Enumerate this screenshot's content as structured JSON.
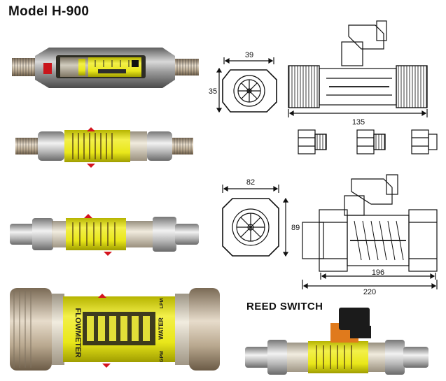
{
  "title": "Model H-900",
  "reed_switch_label": "REED SWITCH",
  "dimensions": {
    "small_width": "39",
    "small_height": "35",
    "small_length": "135",
    "large_width": "82",
    "large_height": "89",
    "large_inner_length": "196",
    "large_length": "220"
  },
  "product_labels": {
    "flowmeter": "FLOWMETER",
    "water": "WATER",
    "gpm": "GPM",
    "lpm": "LPM"
  },
  "colors": {
    "scale_yellow": "#e9e71a",
    "metal_gray": "#9a9a9a",
    "accent_red": "#d4141e",
    "connector_black": "#1b1b1b",
    "connector_orange": "#e07a1c"
  }
}
